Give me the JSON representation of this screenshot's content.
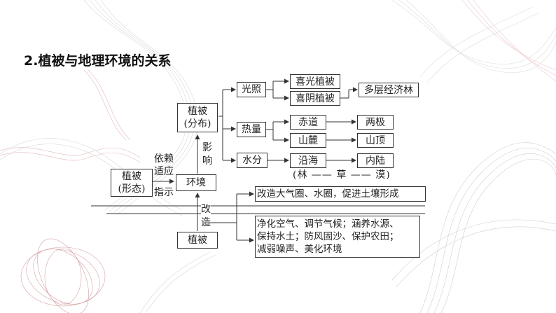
{
  "title": "2.植被与地理环境的关系",
  "nodes": {
    "veg_form_line1": "植被",
    "veg_form_line2": "(形态)",
    "environment": "环境",
    "veg_dist_line1": "植被",
    "veg_dist_line2": "(分布)",
    "vegetation_bottom": "植被",
    "light": "光照",
    "heat": "热量",
    "water": "水分",
    "sun_veg": "喜光植被",
    "shade_veg": "喜阴植被",
    "multilayer_forest": "多层经济林",
    "equator": "赤道",
    "poles": "两极",
    "foothill": "山麓",
    "summit": "山顶",
    "coast": "沿海",
    "inland": "内陆",
    "transition": "(林 —— 草 —— 漠)",
    "improve_spheres": "改造大气圈、水圈，促进土壤形成",
    "effects_line1": "净化空气、调节气候；涵养水源、",
    "effects_line2": "保持水土；防风固沙、保护农田；",
    "effects_line3": "减弱噪声、美化环境"
  },
  "edge_labels": {
    "depend": "依赖",
    "adapt": "适应",
    "indicate": "指示",
    "influence_1": "影",
    "influence_2": "响",
    "transform_1": "改",
    "transform_2": "造"
  }
}
